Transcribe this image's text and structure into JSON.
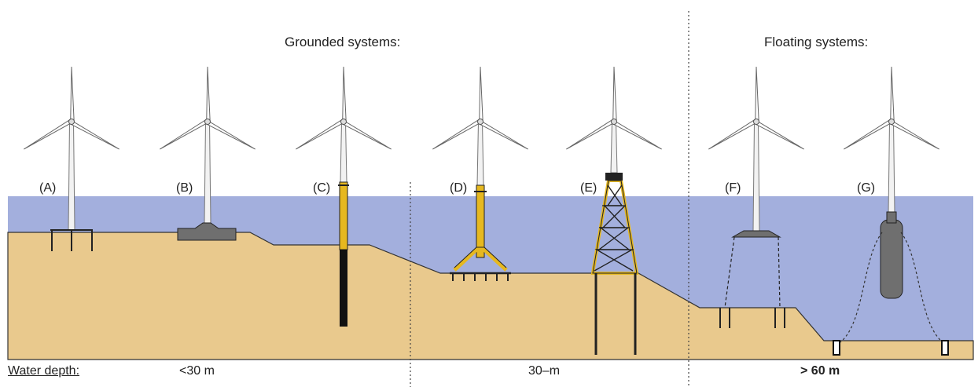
{
  "headers": {
    "grounded": "Grounded systems:",
    "floating": "Floating systems:"
  },
  "turbines": [
    {
      "label": "(A)"
    },
    {
      "label": "(B)"
    },
    {
      "label": "(C)"
    },
    {
      "label": "(D)"
    },
    {
      "label": "(E)"
    },
    {
      "label": "(F)"
    },
    {
      "label": "(G)"
    }
  ],
  "depth": {
    "title": "Water depth:",
    "shallow": "<30 m",
    "transitional": "30–m",
    "deep": "> 60 m"
  },
  "colors": {
    "water": "#a3afdd",
    "seabed": "#e9c98d",
    "steel_yellow": "#e6b820",
    "concrete_gray": "#6f6f6f",
    "outline": "#222222"
  }
}
